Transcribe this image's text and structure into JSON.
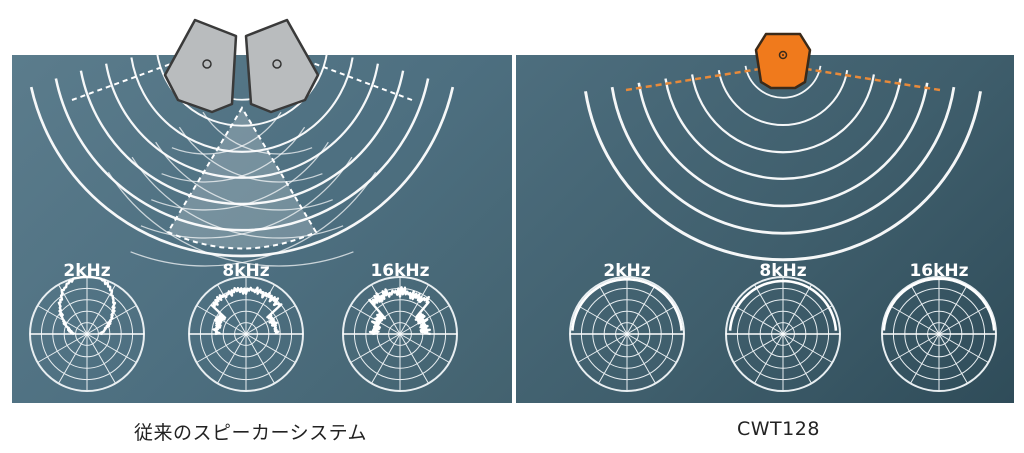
{
  "conventional": {
    "caption": "従来のスピーカーシステム",
    "polar_labels": [
      "2kHz",
      "8kHz",
      "16kHz"
    ]
  },
  "cwt128": {
    "caption": "CWT128",
    "polar_labels": [
      "2kHz",
      "8kHz",
      "16kHz"
    ]
  },
  "colors": {
    "panel_left": "#587a8a",
    "panel_right": "#3f5e6c",
    "speaker_gray": "#b9bcbe",
    "speaker_orange": "#f07a1c",
    "wave_line": "#ffffff",
    "dash_right": "#e88a3a"
  }
}
